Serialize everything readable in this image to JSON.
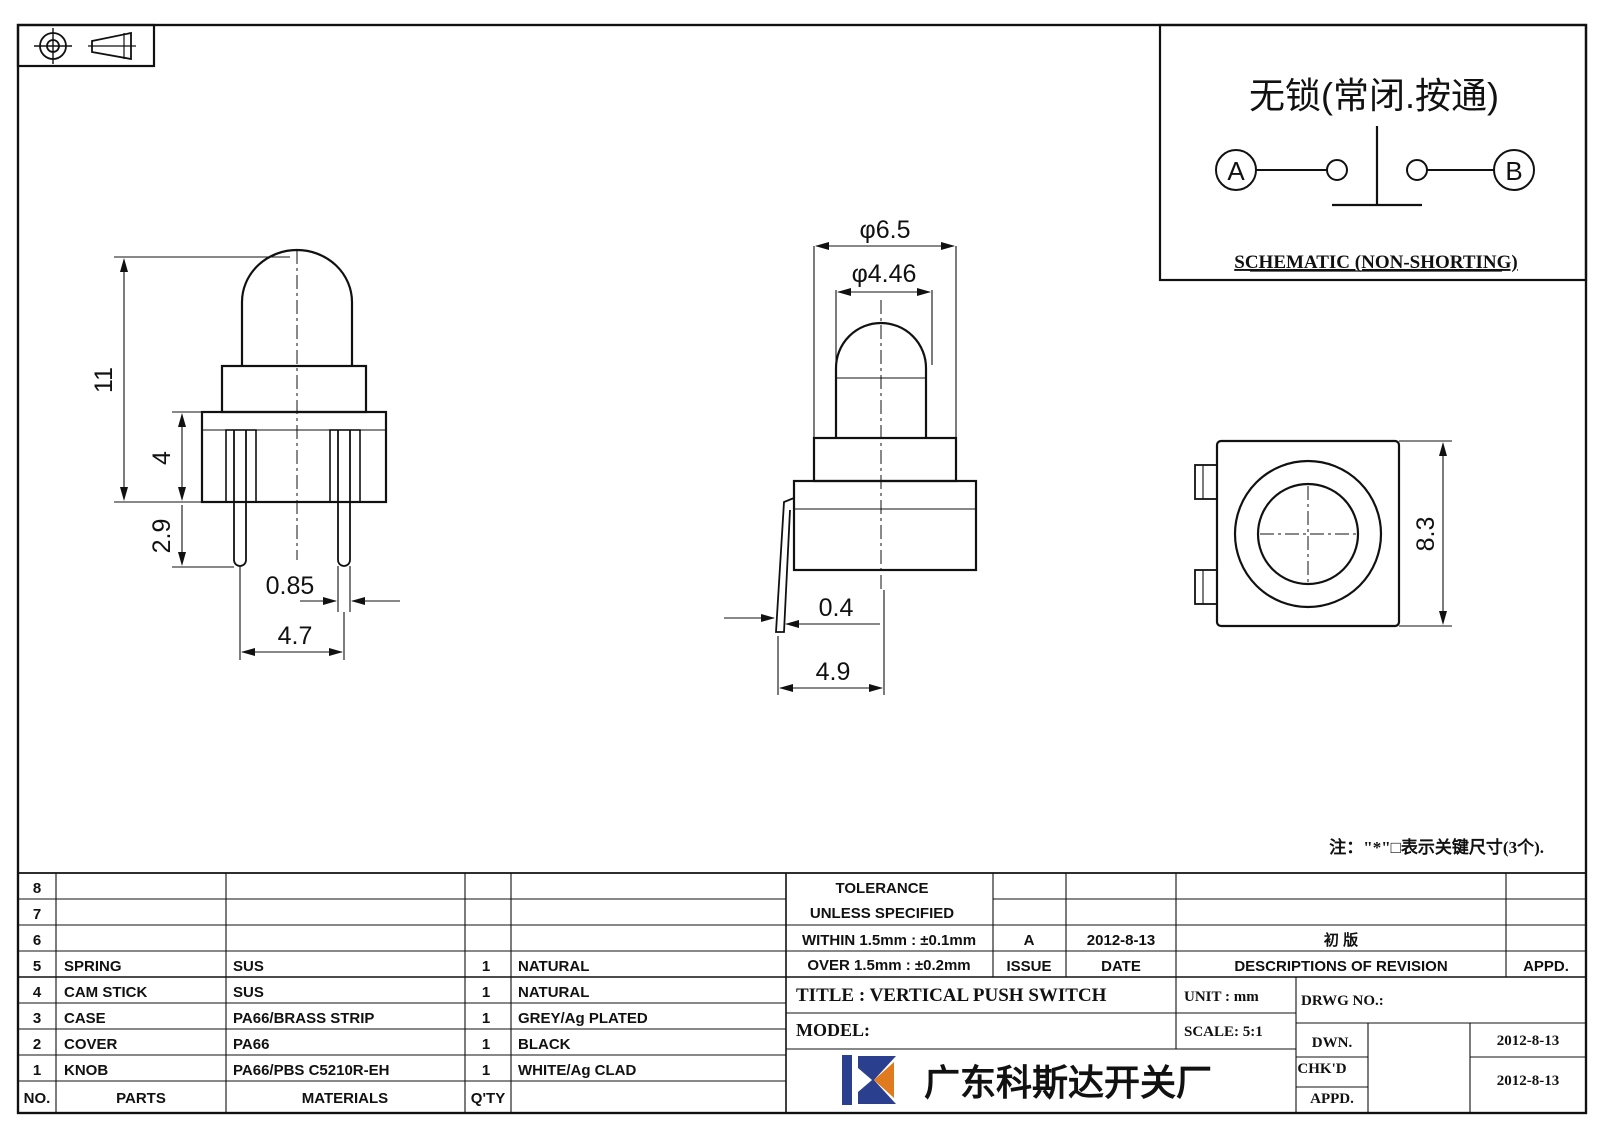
{
  "drawing": {
    "symbols": [
      "position-target-symbol",
      "projection-cone-symbol"
    ],
    "side_view": {
      "dims": {
        "height": "11",
        "body": "4",
        "pin": "2.9",
        "pin_width": "0.85",
        "pitch": "4.7"
      }
    },
    "front_view": {
      "dims": {
        "outer_dia": "φ6.5",
        "inner_dia": "φ4.46",
        "lead": "0.4",
        "width": "4.9"
      }
    },
    "top_view": {
      "dims": {
        "size": "8.3"
      }
    },
    "schematic": {
      "title": "无锁(常闭.按通)",
      "terminal_a": "A",
      "terminal_b": "B",
      "caption": "SCHEMATIC (NON-SHORTING)"
    },
    "note": "注：\"*\"□表示关键尺寸(3个)."
  },
  "parts_table": {
    "header": {
      "no": "NO.",
      "parts": "PARTS",
      "materials": "MATERIALS",
      "qty": "Q'TY"
    },
    "rows": [
      {
        "no": "8",
        "parts": "",
        "materials": "",
        "qty": "",
        "finish": ""
      },
      {
        "no": "7",
        "parts": "",
        "materials": "",
        "qty": "",
        "finish": ""
      },
      {
        "no": "6",
        "parts": "",
        "materials": "",
        "qty": "",
        "finish": ""
      },
      {
        "no": "5",
        "parts": "SPRING",
        "materials": "SUS",
        "qty": "1",
        "finish": "NATURAL"
      },
      {
        "no": "4",
        "parts": "CAM STICK",
        "materials": "SUS",
        "qty": "1",
        "finish": "NATURAL"
      },
      {
        "no": "3",
        "parts": "CASE",
        "materials": "PA66/BRASS STRIP",
        "qty": "1",
        "finish": "GREY/Ag PLATED"
      },
      {
        "no": "2",
        "parts": "COVER",
        "materials": "PA66",
        "qty": "1",
        "finish": "BLACK"
      },
      {
        "no": "1",
        "parts": "KNOB",
        "materials": "PA66/PBS C5210R-EH",
        "qty": "1",
        "finish": "WHITE/Ag CLAD"
      }
    ]
  },
  "tolerance": {
    "line1": "TOLERANCE",
    "line2": "UNLESS SPECIFIED",
    "line3": "WITHIN 1.5mm : ±0.1mm",
    "line4": "OVER 1.5mm : ±0.2mm"
  },
  "revision": {
    "issue": "A",
    "date": "2012-8-13",
    "description": "初 版",
    "issue_label": "ISSUE",
    "date_label": "DATE",
    "desc_label": "DESCRIPTIONS OF REVISION",
    "appd_label": "APPD."
  },
  "title_block": {
    "title": "TITLE : VERTICAL PUSH SWITCH",
    "unit": "UNIT : mm",
    "drwg_no": "DRWG NO.:",
    "model": "MODEL:",
    "scale": "SCALE: 5:1",
    "dwn_label": "DWN.",
    "dwn_date": "2012-8-13",
    "chk_label": "CHK'D",
    "appd_label": "APPD.",
    "chk_date": "2012-8-13",
    "company": "广东科斯达开关厂",
    "logo_colors": {
      "blue": "#2b3f8f",
      "orange": "#e07a1f"
    }
  }
}
